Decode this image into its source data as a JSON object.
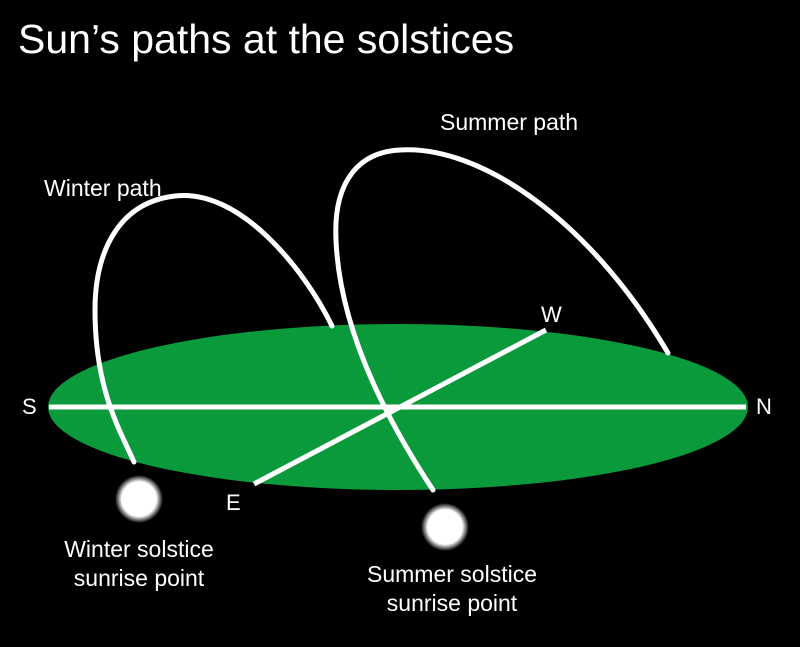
{
  "title": "Sun’s paths at the solstices",
  "paths": {
    "winter_label": "Winter path",
    "summer_label": "Summer path"
  },
  "directions": {
    "south": "S",
    "north": "N",
    "west": "W",
    "east": "E"
  },
  "sunrise_points": {
    "winter": [
      "Winter solstice",
      "sunrise point"
    ],
    "summer": [
      "Summer solstice",
      "sunrise point"
    ]
  },
  "colors": {
    "background": "#000000",
    "ground": "#0a9a3c",
    "line": "#ffffff",
    "text": "#ffffff",
    "sun": "#ffffff"
  }
}
